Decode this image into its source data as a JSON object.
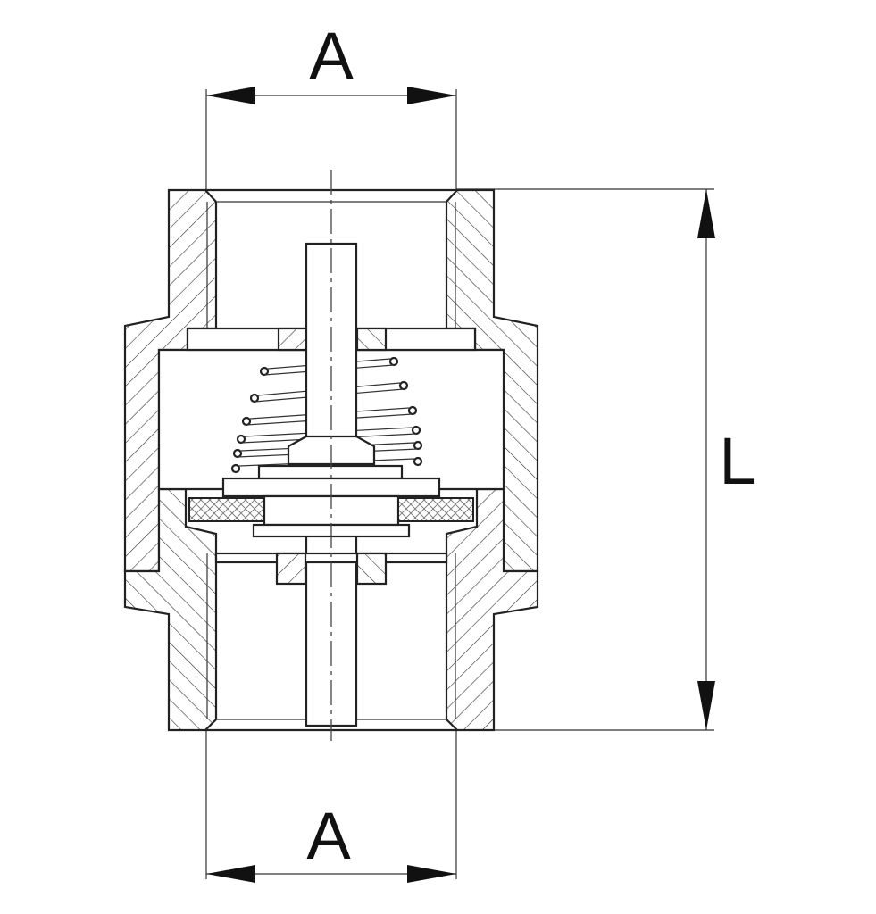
{
  "drawing": {
    "labels": {
      "top_dimension": "A",
      "bottom_dimension": "A",
      "length_dimension": "L"
    }
  }
}
